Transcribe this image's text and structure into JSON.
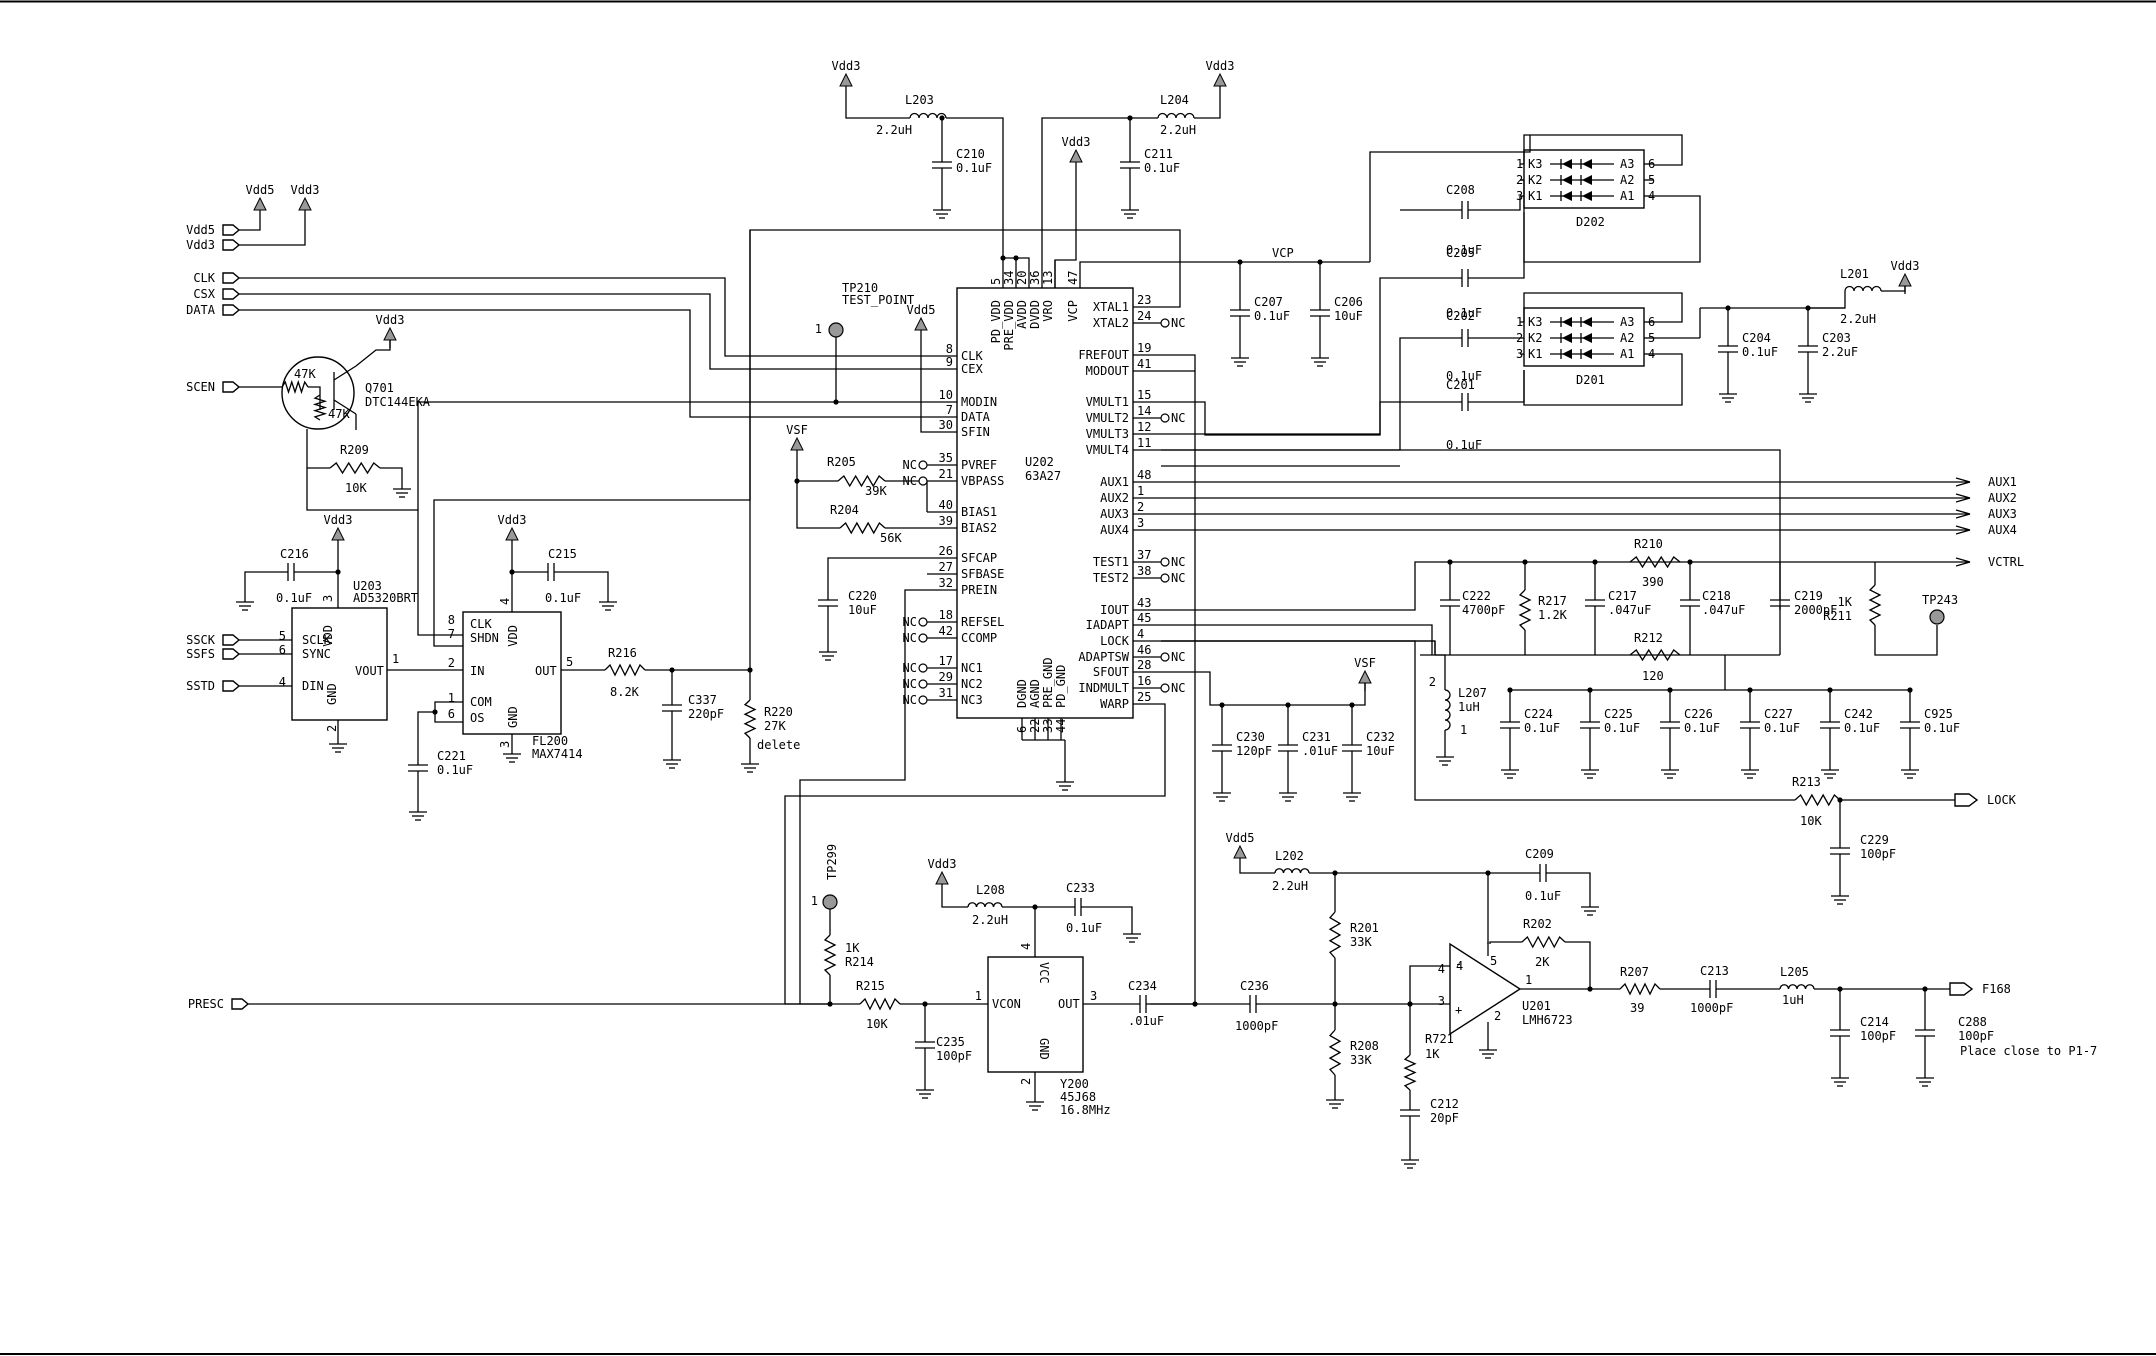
{
  "schematic": {
    "rails": {
      "vdd3": "Vdd3",
      "vdd5": "Vdd5",
      "vsf": "VSF",
      "vcp": "VCP"
    },
    "input_ports": [
      "Vdd5",
      "Vdd3",
      "CLK",
      "CSX",
      "DATA",
      "SCEN",
      "SSCK",
      "SSFS",
      "SSTD",
      "PRESC"
    ],
    "output_ports": [
      "AUX1",
      "AUX2",
      "AUX3",
      "AUX4",
      "VCTRL",
      "LOCK",
      "F168"
    ],
    "nc": "NC",
    "note": "Place close to P1-7",
    "u202": {
      "ref": "U202",
      "part": "63A27",
      "top_pins": [
        {
          "num": "5",
          "name": "PD_VDD"
        },
        {
          "num": "34",
          "name": "PRE_VDD"
        },
        {
          "num": "20",
          "name": "AVDD"
        },
        {
          "num": "36",
          "name": "DVDD"
        },
        {
          "num": "13",
          "name": "VRO"
        },
        {
          "num": "47",
          "name": "VCP"
        }
      ],
      "bottom_pins": [
        {
          "num": "6",
          "name": "DGND"
        },
        {
          "num": "22",
          "name": "AGND"
        },
        {
          "num": "33",
          "name": "PRE_GND"
        },
        {
          "num": "44",
          "name": "PD_GND"
        }
      ],
      "left_pins": [
        {
          "num": "8",
          "name": "CLK"
        },
        {
          "num": "9",
          "name": "CEX"
        },
        {
          "num": "10",
          "name": "MODIN"
        },
        {
          "num": "7",
          "name": "DATA"
        },
        {
          "num": "30",
          "name": "SFIN"
        },
        {
          "num": "35",
          "name": "PVREF"
        },
        {
          "num": "21",
          "name": "VBPASS"
        },
        {
          "num": "40",
          "name": "BIAS1"
        },
        {
          "num": "39",
          "name": "BIAS2"
        },
        {
          "num": "26",
          "name": "SFCAP"
        },
        {
          "num": "27",
          "name": "SFBASE"
        },
        {
          "num": "32",
          "name": "PREIN"
        },
        {
          "num": "18",
          "name": "REFSEL"
        },
        {
          "num": "42",
          "name": "CCOMP"
        },
        {
          "num": "17",
          "name": "NC1"
        },
        {
          "num": "29",
          "name": "NC2"
        },
        {
          "num": "31",
          "name": "NC3"
        }
      ],
      "right_pins": [
        {
          "num": "23",
          "name": "XTAL1"
        },
        {
          "num": "24",
          "name": "XTAL2"
        },
        {
          "num": "19",
          "name": "FREFOUT"
        },
        {
          "num": "41",
          "name": "MODOUT"
        },
        {
          "num": "15",
          "name": "VMULT1"
        },
        {
          "num": "14",
          "name": "VMULT2"
        },
        {
          "num": "12",
          "name": "VMULT3"
        },
        {
          "num": "11",
          "name": "VMULT4"
        },
        {
          "num": "48",
          "name": "AUX1"
        },
        {
          "num": "1",
          "name": "AUX2"
        },
        {
          "num": "2",
          "name": "AUX3"
        },
        {
          "num": "3",
          "name": "AUX4"
        },
        {
          "num": "37",
          "name": "TEST1"
        },
        {
          "num": "38",
          "name": "TEST2"
        },
        {
          "num": "43",
          "name": "IOUT"
        },
        {
          "num": "45",
          "name": "IADAPT"
        },
        {
          "num": "4",
          "name": "LOCK"
        },
        {
          "num": "46",
          "name": "ADAPTSW"
        },
        {
          "num": "28",
          "name": "SFOUT"
        },
        {
          "num": "16",
          "name": "INDMULT"
        },
        {
          "num": "25",
          "name": "WARP"
        }
      ]
    },
    "u203": {
      "ref": "U203",
      "part": "AD5320BRT",
      "pins": [
        {
          "num": "3",
          "name": "VDD"
        },
        {
          "num": "5",
          "name": "SCLK"
        },
        {
          "num": "6",
          "name": "SYNC"
        },
        {
          "num": "4",
          "name": "DIN"
        },
        {
          "num": "1",
          "name": "VOUT"
        },
        {
          "num": "2",
          "name": "GND"
        }
      ]
    },
    "fl200": {
      "ref": "FL200",
      "part": "MAX7414",
      "pins": [
        {
          "num": "8",
          "name": "CLK"
        },
        {
          "num": "7",
          "name": "SHDN"
        },
        {
          "num": "2",
          "name": "IN"
        },
        {
          "num": "1",
          "name": "COM"
        },
        {
          "num": "6",
          "name": "OS"
        },
        {
          "num": "4",
          "name": "VDD"
        },
        {
          "num": "5",
          "name": "OUT"
        },
        {
          "num": "3",
          "name": "GND"
        }
      ]
    },
    "y200": {
      "ref": "Y200",
      "part": "45J68",
      "freq": "16.8MHz",
      "pins": [
        {
          "num": "1",
          "name": "VCON"
        },
        {
          "num": "4",
          "name": "VCC"
        },
        {
          "num": "3",
          "name": "OUT"
        },
        {
          "num": "2",
          "name": "GND"
        }
      ]
    },
    "u201": {
      "ref": "U201",
      "part": "LMH6723",
      "pins": [
        "4",
        "3",
        "5",
        "1",
        "2"
      ]
    },
    "q701": {
      "ref": "Q701",
      "part": "DTC144EKA",
      "r1": "47K",
      "r2": "47K"
    },
    "tp210": {
      "ref": "TP210",
      "name": "TEST_POINT",
      "pin": "1"
    },
    "tp299": {
      "ref": "TP299",
      "pin": "1"
    },
    "tp243": {
      "ref": "TP243"
    },
    "d202": {
      "ref": "D202",
      "pins": [
        "K3",
        "K2",
        "K1",
        "A3",
        "A2",
        "A1"
      ],
      "nums": [
        "1",
        "2",
        "3",
        "6",
        "5",
        "4"
      ]
    },
    "d201": {
      "ref": "D201",
      "pins": [
        "K3",
        "K2",
        "K1",
        "A3",
        "A2",
        "A1"
      ],
      "nums": [
        "1",
        "2",
        "3",
        "6",
        "5",
        "4"
      ]
    },
    "parts": {
      "L203": {
        "ref": "L203",
        "value": "2.2uH"
      },
      "L204": {
        "ref": "L204",
        "value": "2.2uH"
      },
      "L201": {
        "ref": "L201",
        "value": "2.2uH"
      },
      "L202": {
        "ref": "L202",
        "value": "2.2uH"
      },
      "L208": {
        "ref": "L208",
        "value": "2.2uH"
      },
      "L205": {
        "ref": "L205",
        "value": "1uH"
      },
      "L207": {
        "ref": "L207",
        "value": "1uH",
        "pin1": "1",
        "pin2": "2"
      },
      "C210": {
        "ref": "C210",
        "value": "0.1uF"
      },
      "C211": {
        "ref": "C211",
        "value": "0.1uF"
      },
      "C207": {
        "ref": "C207",
        "value": "0.1uF"
      },
      "C206": {
        "ref": "C206",
        "value": "10uF"
      },
      "C208": {
        "ref": "C208",
        "value": "0.1uF"
      },
      "C205": {
        "ref": "C205",
        "value": "0.1uF"
      },
      "C202": {
        "ref": "C202",
        "value": "0.1uF"
      },
      "C201": {
        "ref": "C201",
        "value": "0.1uF"
      },
      "C204": {
        "ref": "C204",
        "value": "0.1uF"
      },
      "C203": {
        "ref": "C203",
        "value": "2.2uF"
      },
      "C216": {
        "ref": "C216",
        "value": "0.1uF"
      },
      "C215": {
        "ref": "C215",
        "value": "0.1uF"
      },
      "C221": {
        "ref": "C221",
        "value": "0.1uF"
      },
      "C337": {
        "ref": "C337",
        "value": "220pF"
      },
      "C220": {
        "ref": "C220",
        "value": "10uF"
      },
      "C222": {
        "ref": "C222",
        "value": "4700pF"
      },
      "C217": {
        "ref": "C217",
        "value": ".047uF"
      },
      "C218": {
        "ref": "C218",
        "value": ".047uF"
      },
      "C219": {
        "ref": "C219",
        "value": "2000pF"
      },
      "C230": {
        "ref": "C230",
        "value": "120pF"
      },
      "C231": {
        "ref": "C231",
        "value": ".01uF"
      },
      "C232": {
        "ref": "C232",
        "value": "10uF"
      },
      "C224": {
        "ref": "C224",
        "value": "0.1uF"
      },
      "C225": {
        "ref": "C225",
        "value": "0.1uF"
      },
      "C226": {
        "ref": "C226",
        "value": "0.1uF"
      },
      "C227": {
        "ref": "C227",
        "value": "0.1uF"
      },
      "C242": {
        "ref": "C242",
        "value": "0.1uF"
      },
      "C925": {
        "ref": "C925",
        "value": "0.1uF"
      },
      "C229": {
        "ref": "C229",
        "value": "100pF"
      },
      "C233": {
        "ref": "C233",
        "value": "0.1uF"
      },
      "C209": {
        "ref": "C209",
        "value": "0.1uF"
      },
      "C234": {
        "ref": "C234",
        "value": ".01uF"
      },
      "C236": {
        "ref": "C236",
        "value": "1000pF"
      },
      "C235": {
        "ref": "C235",
        "value": "100pF"
      },
      "C212": {
        "ref": "C212",
        "value": "20pF"
      },
      "C213": {
        "ref": "C213",
        "value": "1000pF"
      },
      "C214": {
        "ref": "C214",
        "value": "100pF"
      },
      "C288": {
        "ref": "C288",
        "value": "100pF"
      },
      "R209": {
        "ref": "R209",
        "value": "10K"
      },
      "R205": {
        "ref": "R205",
        "value": "39K"
      },
      "R204": {
        "ref": "R204",
        "value": "56K"
      },
      "R216": {
        "ref": "R216",
        "value": "8.2K"
      },
      "R220": {
        "ref": "R220",
        "value": "27K",
        "note": "delete"
      },
      "R210": {
        "ref": "R210",
        "value": "390"
      },
      "R217": {
        "ref": "R217",
        "value": "1.2K"
      },
      "R212": {
        "ref": "R212",
        "value": "120"
      },
      "R211": {
        "ref": "R211",
        "value": "1K"
      },
      "R213": {
        "ref": "R213",
        "value": "10K"
      },
      "R214": {
        "ref": "R214",
        "value": "1K"
      },
      "R215": {
        "ref": "R215",
        "value": "10K"
      },
      "R201": {
        "ref": "R201",
        "value": "33K"
      },
      "R208": {
        "ref": "R208",
        "value": "33K"
      },
      "R202": {
        "ref": "R202",
        "value": "2K"
      },
      "R721": {
        "ref": "R721",
        "value": "1K"
      },
      "R207": {
        "ref": "R207",
        "value": "39"
      }
    }
  }
}
